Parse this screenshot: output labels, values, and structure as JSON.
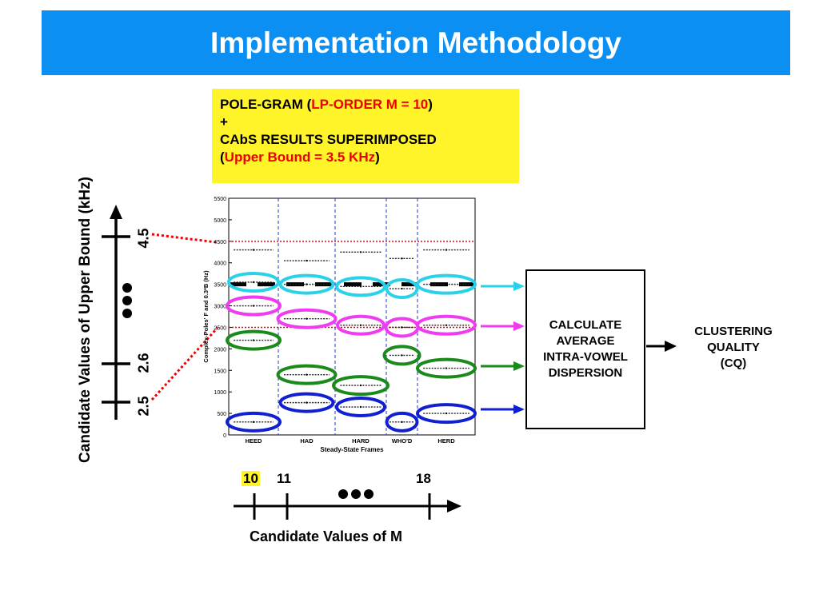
{
  "title": "Implementation Methodology",
  "note": {
    "line1_a": "POLE-GRAM (",
    "line1_red": "LP-ORDER M = 10",
    "line1_b": ")",
    "line2": "+",
    "line3": "CAbS RESULTS SUPERIMPOSED",
    "line4_a": "(",
    "line4_red": "Upper Bound = 3.5 KHz",
    "line4_b": ")"
  },
  "upper_axis": {
    "label": "Candidate Values of Upper Bound (kHz)",
    "ticks": [
      "4.5",
      "2.6",
      "2.5"
    ]
  },
  "m_axis": {
    "label": "Candidate Values of M",
    "ticks": [
      "10",
      "11",
      "18"
    ]
  },
  "calc_box": {
    "text": "CALCULATE\nAVERAGE\nINTRA-VOWEL\nDISPERSION"
  },
  "clustering": {
    "text": "CLUSTERING\nQUALITY\n(CQ)"
  },
  "colors": {
    "title_bar": "#0b8ff2",
    "note_bg": "#fff32a",
    "red": "#ee0000",
    "cyan": "#2ad1e8",
    "magenta": "#f03cf0",
    "green": "#1a8a1a",
    "blue": "#1020d0"
  },
  "chart_data": {
    "type": "scatter",
    "title": "",
    "xlabel": "Steady-State Frames",
    "ylabel": "Complex-Poles' F and 0.3*B (Hz)",
    "ylim": [
      0,
      5500
    ],
    "yticks": [
      0,
      500,
      1000,
      1500,
      2000,
      2500,
      3000,
      3500,
      4000,
      4500,
      5000,
      5500
    ],
    "categories": [
      "HEED",
      "HAD",
      "HARD",
      "WHO'D",
      "HERD"
    ],
    "reference_lines": [
      {
        "y": 4500,
        "style": "dotted",
        "color": "#ee0000"
      },
      {
        "y": 3500,
        "style": "dashed",
        "color": "#000000"
      },
      {
        "y": 2500,
        "style": "dotted",
        "color": "#ee0000"
      }
    ],
    "series": [
      {
        "values": [
          3550,
          3500,
          3450,
          3400,
          3500
        ]
      },
      {
        "values": [
          3000,
          2700,
          2550,
          2500,
          2550
        ]
      },
      {
        "values": [
          2200,
          1400,
          1150,
          1850,
          1550
        ]
      },
      {
        "values": [
          300,
          750,
          650,
          300,
          500
        ]
      },
      {
        "values": [
          4300,
          4050,
          4250,
          4100,
          4300
        ]
      }
    ]
  }
}
